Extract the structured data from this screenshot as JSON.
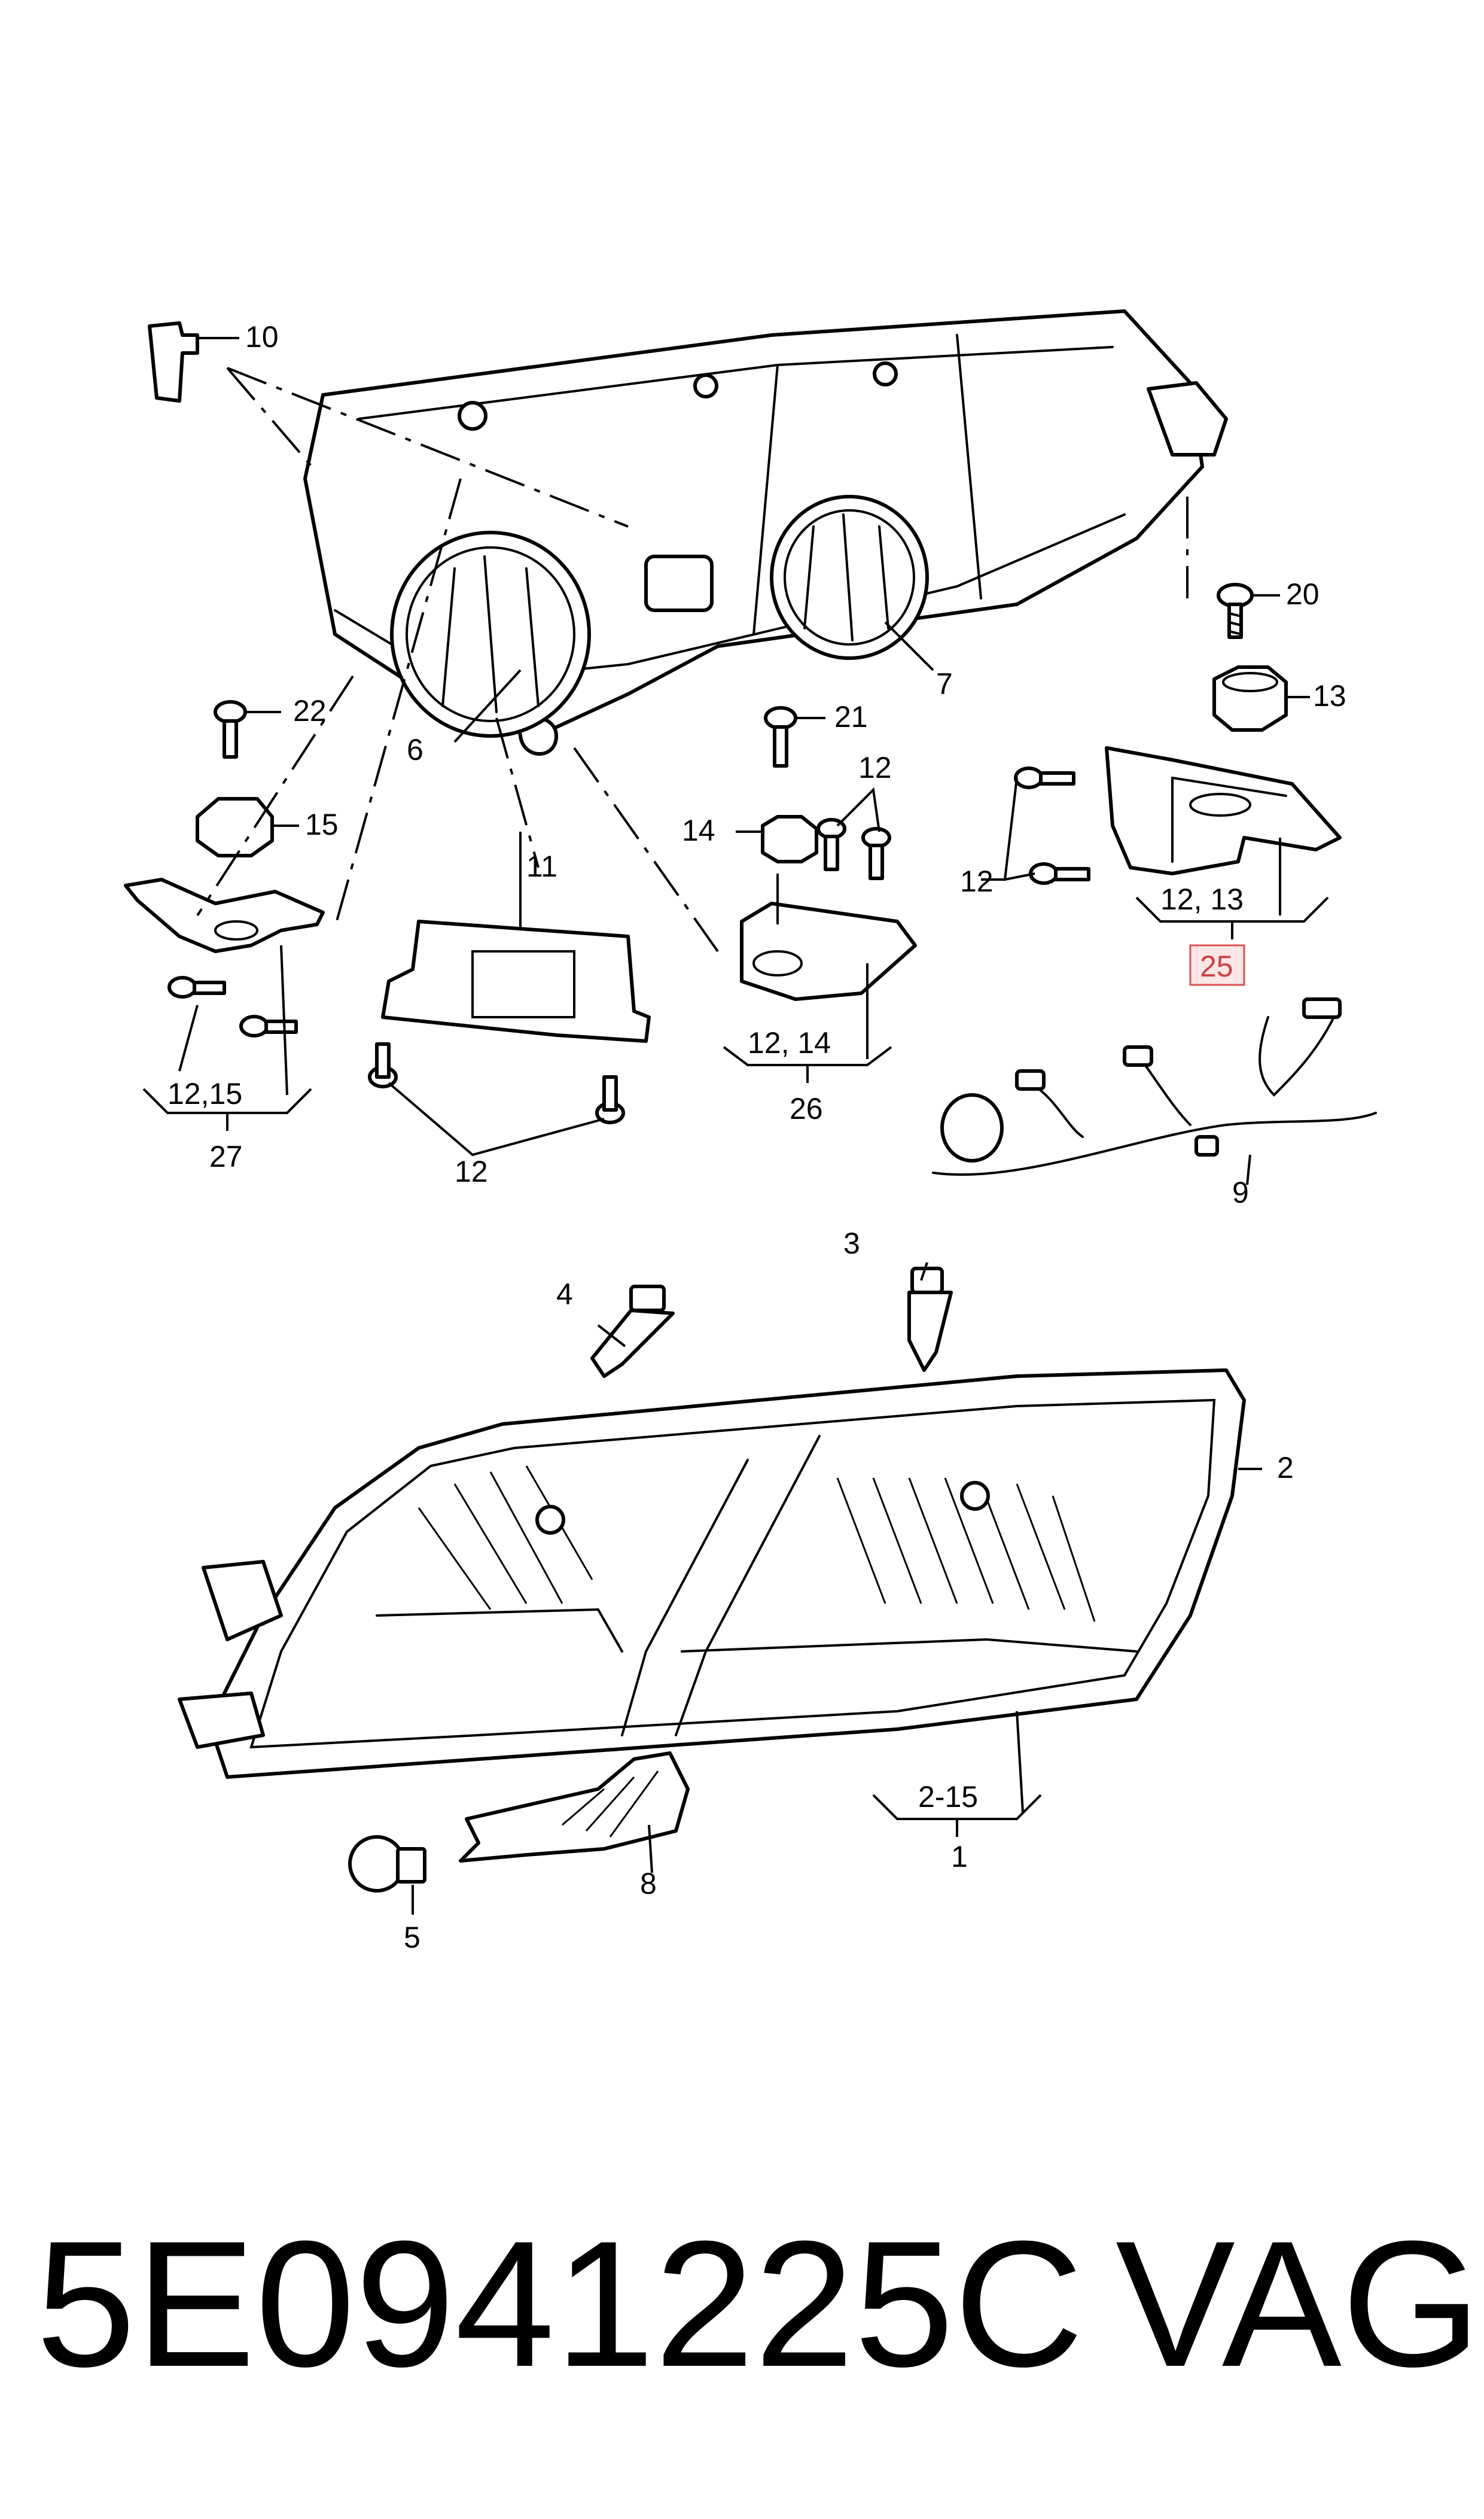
{
  "labels": {
    "p1": "1",
    "p2": "2",
    "p3": "3",
    "p4": "4",
    "p5": "5",
    "p6": "6",
    "p7": "7",
    "p8": "8",
    "p9": "9",
    "p10": "10",
    "p11": "11",
    "p12_a": "12",
    "p12_b": "12",
    "p12_c": "12",
    "p13": "13",
    "p14": "14",
    "p15": "15",
    "p20": "20",
    "p21": "21",
    "p22": "22",
    "p25": "25",
    "p26": "26",
    "p27": "27",
    "g_12_13": "12, 13",
    "g_12_14": "12, 14",
    "g_12_15": "12,15",
    "g_2_15": "2-15"
  },
  "highlighted_label": "p25",
  "colors": {
    "highlight_fill": "#fde6e6",
    "highlight_border": "#e05050",
    "highlight_text": "#d04040"
  },
  "footer": {
    "part_number": "5E0941225C",
    "brand": "VAG"
  }
}
